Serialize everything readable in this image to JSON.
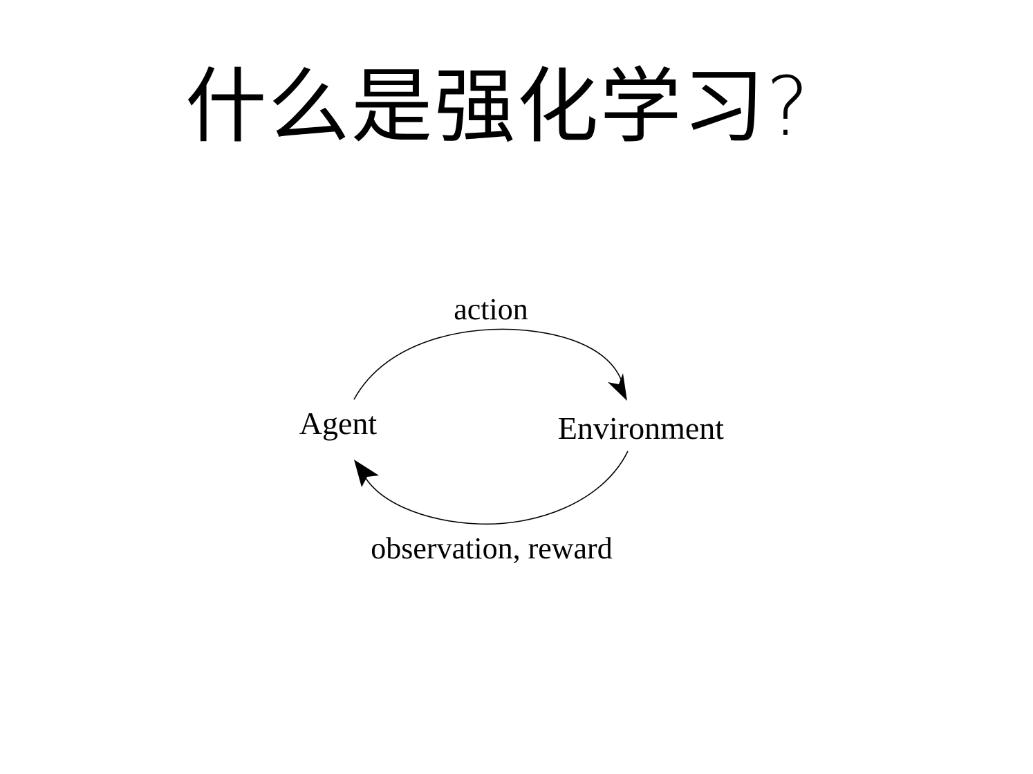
{
  "slide": {
    "title": "什么是强化学习?"
  },
  "diagram": {
    "nodes": {
      "agent": "Agent",
      "environment": "Environment"
    },
    "edges": {
      "top": "action",
      "bottom": "observation, reward"
    }
  },
  "colors": {
    "background": "#ffffff",
    "ink": "#000000"
  }
}
